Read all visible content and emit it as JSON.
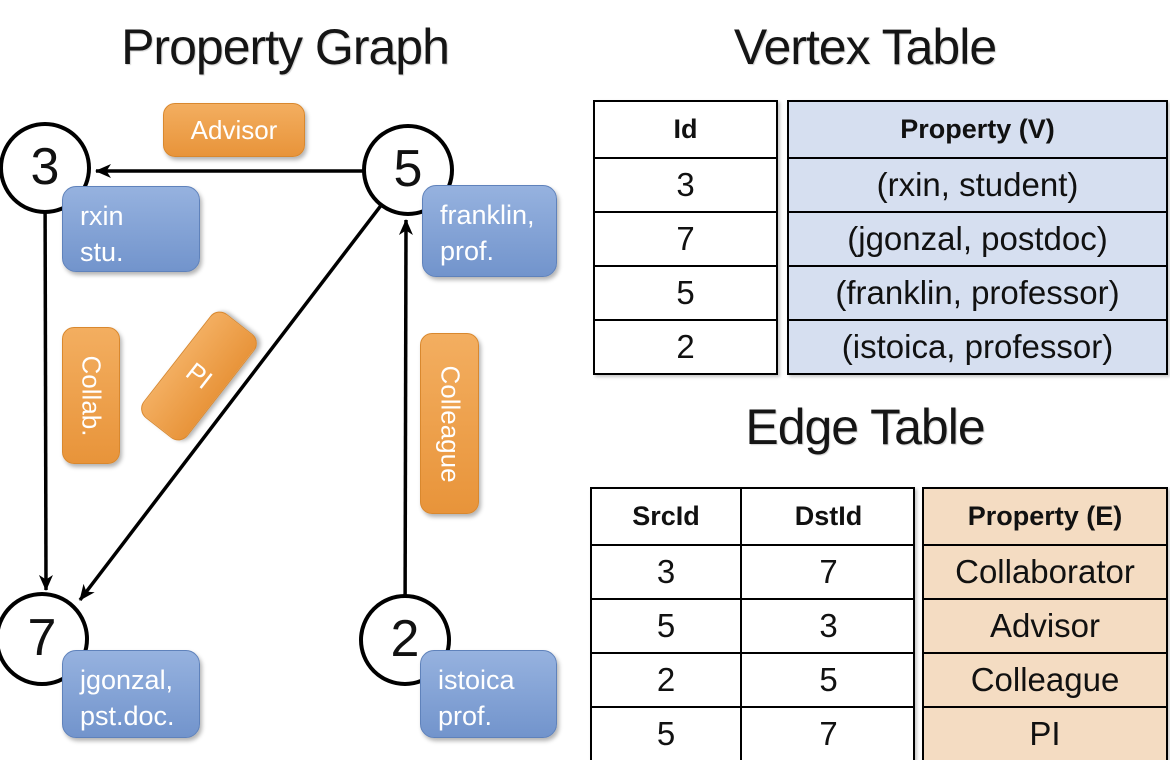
{
  "colors": {
    "orange_top": "#f3ae60",
    "orange_bottom": "#e8943a",
    "orange_border": "#d9882e",
    "blue_top": "#96b2df",
    "blue_bottom": "#7294cc",
    "blue_border": "#5f82bb",
    "vertex_fill": "#d6dff0",
    "edge_fill": "#f4dcc2",
    "line": "#000000"
  },
  "titles": {
    "graph": "Property Graph",
    "vertex": "Vertex Table",
    "edge": "Edge Table"
  },
  "graph": {
    "nodes": {
      "n3": {
        "id": "3",
        "label": [
          "rxin",
          "stu."
        ]
      },
      "n5": {
        "id": "5",
        "label": [
          "franklin,",
          "prof."
        ]
      },
      "n7": {
        "id": "7",
        "label": [
          "jgonzal,",
          "pst.doc."
        ]
      },
      "n2": {
        "id": "2",
        "label": [
          "istoica",
          "prof."
        ]
      }
    },
    "edge_labels": {
      "advisor": "Advisor",
      "collab": "Collab.",
      "pi": "PI",
      "colleague": "Colleague"
    }
  },
  "vertex_table": {
    "headers": {
      "id": "Id",
      "property": "Property (V)"
    },
    "rows": [
      {
        "id": "3",
        "property": "(rxin, student)"
      },
      {
        "id": "7",
        "property": "(jgonzal, postdoc)"
      },
      {
        "id": "5",
        "property": "(franklin, professor)"
      },
      {
        "id": "2",
        "property": "(istoica, professor)"
      }
    ]
  },
  "edge_table": {
    "headers": {
      "src": "SrcId",
      "dst": "DstId",
      "property": "Property (E)"
    },
    "rows": [
      {
        "src": "3",
        "dst": "7",
        "property": "Collaborator"
      },
      {
        "src": "5",
        "dst": "3",
        "property": "Advisor"
      },
      {
        "src": "2",
        "dst": "5",
        "property": "Colleague"
      },
      {
        "src": "5",
        "dst": "7",
        "property": "PI"
      }
    ]
  }
}
